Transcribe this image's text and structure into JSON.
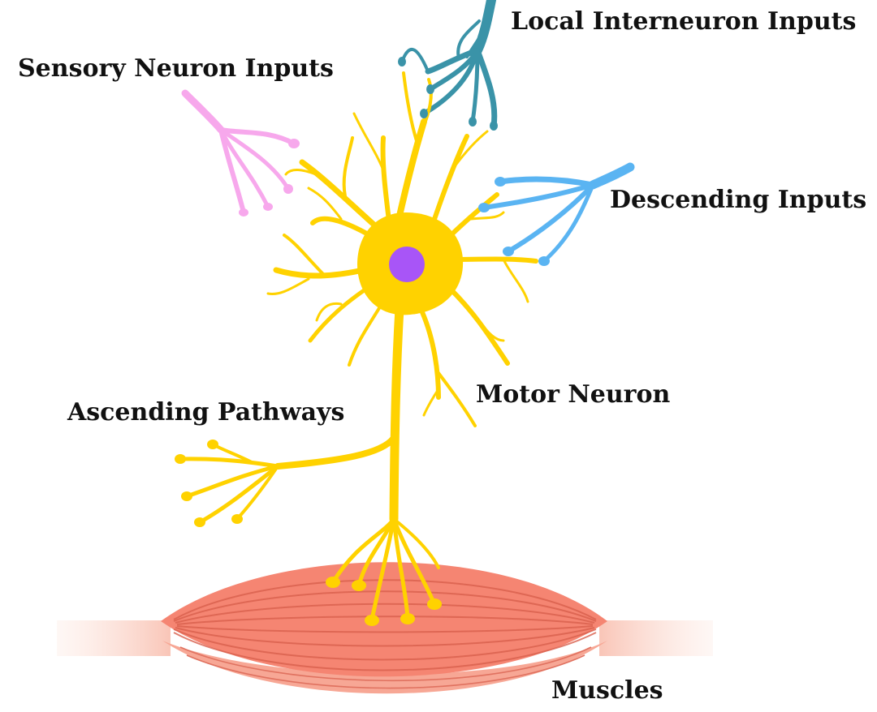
{
  "labels": {
    "local_interneuron_inputs": "Local Interneuron Inputs",
    "sensory_neuron_inputs": "Sensory Neuron Inputs",
    "descending_inputs": "Descending Inputs",
    "motor_neuron": "Motor Neuron",
    "ascending_pathways": "Ascending Pathways",
    "muscles": "Muscles"
  },
  "colors": {
    "motor_neuron": "#FFD200",
    "nucleus": "#A855F7",
    "local_interneuron": "#3A93A8",
    "sensory": "#F7A8EC",
    "descending": "#5AB4F2",
    "muscle": "#F58572",
    "muscle_dark": "#E0644F",
    "tendon": "#FBD3C8"
  }
}
